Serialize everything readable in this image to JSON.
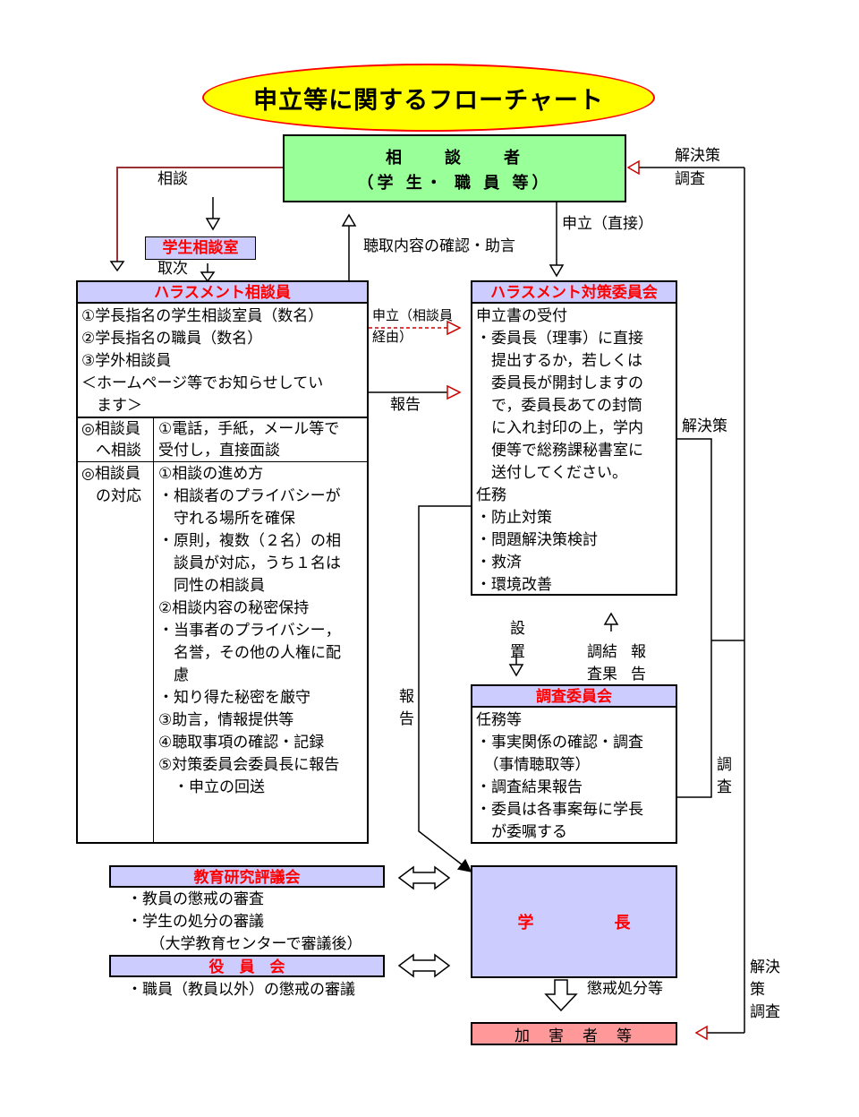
{
  "title": "申立等に関するフローチャート",
  "consulter": {
    "line1": "相　　談　　者",
    "line2": "（学 生・ 職 員 等）"
  },
  "labels": {
    "soudan": "相談",
    "shushi": "取次",
    "choushu": "聴取内容の確認・助言",
    "moushitate_direct": "申立（直接）",
    "kaiketsu_chousa_top_1": "解決策",
    "kaiketsu_chousa_top_2": "調査",
    "moushitate_via_1": "申立（相談員",
    "moushitate_via_2": "経由）",
    "houkoku_mid": "報告",
    "kaiketsu_right": "解決策",
    "setchi_1": "設",
    "setchi_2": "置",
    "chousa_kekka_1": "調結",
    "chousa_kekka_2": "査果",
    "houkoku_right_1": "報",
    "houkoku_right_2": "告",
    "houkoku_left_1": "報",
    "houkoku_left_2": "告",
    "chousa_right_1": "調",
    "chousa_right_2": "査",
    "choukai": "懲戒処分等",
    "kaiketsu_bottom_1": "解決",
    "kaiketsu_bottom_2": "策",
    "kaiketsu_bottom_3": "調査"
  },
  "student_room": "学生相談室",
  "counselor": {
    "header": "ハラスメント相談員",
    "members": [
      "①学長指名の学生相談室員（数名）",
      "②学長指名の職員（数名）",
      "③学外相談員",
      "＜ホームページ等でお知らせしてい",
      "　ます＞"
    ],
    "row1_label_1": "◎相談員",
    "row1_label_2": "へ相談",
    "row1_text_1": "①電話，手紙，メール等で",
    "row1_text_2": "受付し，直接面談",
    "row2_label_1": "◎相談員",
    "row2_label_2": "の対応",
    "row2_lines": [
      "①相談の進め方",
      "・相談者のプライバシーが",
      "　守れる場所を確保",
      "・原則，複数（２名）の相",
      "　談員が対応，うち１名は",
      "　同性の相談員",
      "②相談内容の秘密保持",
      "・当事者のプライバシー，",
      "　名誉，その他の人権に配",
      "　慮",
      "・知り得た秘密を厳守",
      "③助言，情報提供等",
      "④聴取事項の確認・記録",
      "⑤対策委員会委員長に報告",
      "　・申立の回送"
    ]
  },
  "committee": {
    "header": "ハラスメント対策委員会",
    "lines": [
      "申立書の受付",
      "・委員長（理事）に直接",
      "　提出するか，若しくは",
      "　委員長が開封しますの",
      "　で，委員長あての封筒",
      "　に入れ封印の上，学内",
      "　便等で総務課秘書室に",
      "　送付してください。",
      "任務",
      "・防止対策",
      "・問題解決策検討",
      "・救済",
      "・環境改善"
    ]
  },
  "investigation": {
    "header": "調査委員会",
    "lines": [
      "任務等",
      "・事実関係の確認・調査",
      "　（事情聴取等）",
      "・調査結果報告",
      "・委員は各事案毎に学長",
      "　が委嘱する"
    ]
  },
  "edu_council": {
    "header": "教育研究評議会",
    "lines": [
      "・教員の懲戒の審査",
      "・学生の処分の審議",
      "　　（大学教育センターで審議後）"
    ]
  },
  "board": {
    "header": "役　員　会",
    "lines": [
      "・職員（教員以外）の懲戒の審議"
    ]
  },
  "president": "学　　　　　長",
  "offender": "加　害　者　等",
  "colors": {
    "header_bg": "#ccccff",
    "header_text": "#ff0000",
    "consulter_bg": "#99ff99",
    "title_bg": "#ffff00",
    "offender_bg": "#ff9999",
    "president_bg": "#ccccff"
  }
}
